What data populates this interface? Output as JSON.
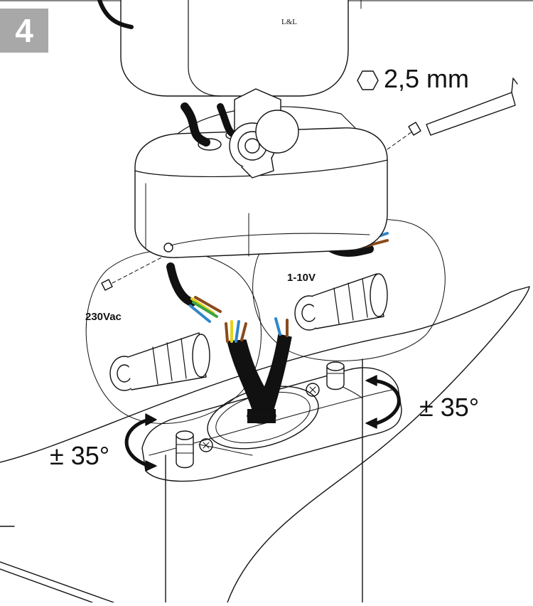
{
  "step": {
    "number": "4"
  },
  "tool": {
    "hex_size": "2,5 mm",
    "icon": "hexagon-icon"
  },
  "rotation": {
    "right_label": "± 35°",
    "left_label": "± 35°"
  },
  "connectors": {
    "mains_label": "230Vac",
    "dimming_label": "1-10V"
  },
  "fixture": {
    "logo": "L&L"
  },
  "colors": {
    "step_badge": "#a8a8a8",
    "line": "#111111",
    "cable_brown": "#8a4a1c",
    "cable_blue": "#2f86c8",
    "cable_yellow": "#e4d21a",
    "cable_green": "#3aa544"
  }
}
